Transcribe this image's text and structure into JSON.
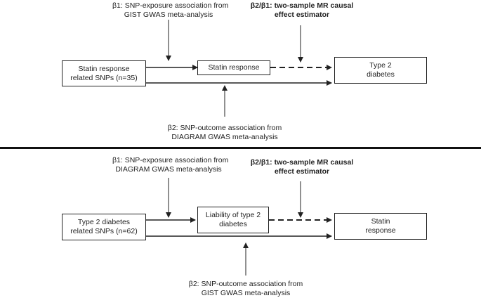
{
  "panel_top": {
    "exposure_label_line1": "β1: SNP-exposure association from",
    "exposure_label_line2": "GIST GWAS meta-analysis",
    "mr_label_line1": "β2/β1: two-sample MR causal",
    "mr_label_line2": "effect estimator",
    "snp_box_line1": "Statin response",
    "snp_box_line2": "related SNPs (n=35)",
    "exposure_box_line1": "Statin response",
    "outcome_box_line1": "Type 2",
    "outcome_box_line2": "diabetes",
    "outcome_label_line1": "β2: SNP-outcome association from",
    "outcome_label_line2": "DIAGRAM GWAS meta-analysis"
  },
  "panel_bottom": {
    "exposure_label_line1": "β1: SNP-exposure association from",
    "exposure_label_line2": "DIAGRAM GWAS meta-analysis",
    "mr_label_line1": "β2/β1: two-sample MR causal",
    "mr_label_line2": "effect estimator",
    "snp_box_line1": "Type 2 diabetes",
    "snp_box_line2": "related SNPs (n=62)",
    "exposure_box_line1": "Liability of type 2",
    "exposure_box_line2": "diabetes",
    "outcome_box_line1": "Statin",
    "outcome_box_line2": "response",
    "outcome_label_line1": "β2: SNP-outcome association from",
    "outcome_label_line2": "GIST GWAS meta-analysis"
  },
  "colors": {
    "stroke": "#222222",
    "divider": "#111111"
  }
}
